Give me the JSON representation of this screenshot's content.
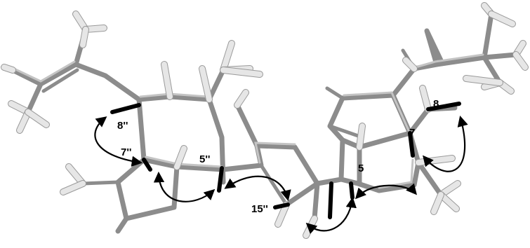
{
  "figure": {
    "labels": {
      "c8pp": "8''",
      "c7pp": "7''",
      "c5pp": "5''",
      "c15pp": "15''",
      "c5": "5",
      "c7": "7",
      "c8": "8"
    },
    "colors": {
      "bond": "#8c8c8c",
      "highlight": "#c4c4c4",
      "hydrogen": "#e6e6e6",
      "arrow": "#000000",
      "background": "#ffffff"
    },
    "arrow_style": "curved double-headed NOE correlation"
  }
}
